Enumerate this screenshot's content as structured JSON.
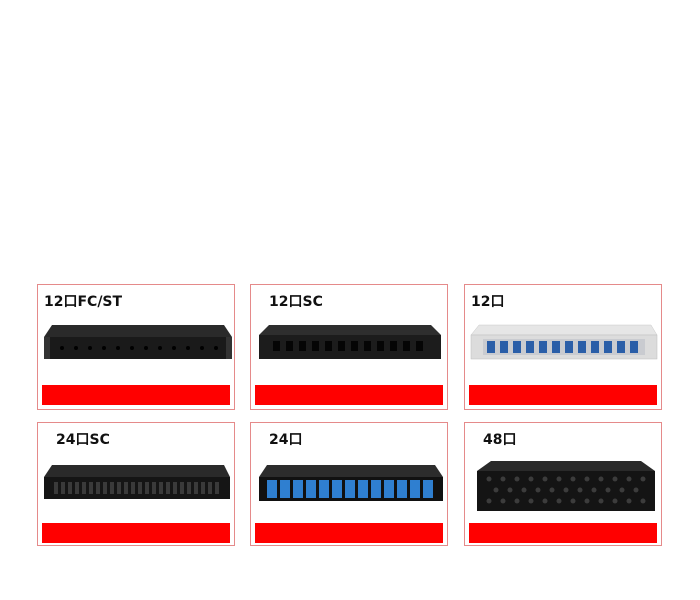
{
  "products": [
    {
      "label": "12口FC/ST",
      "image": "12-port-fc-st-patch-panel"
    },
    {
      "label": "12口SC",
      "image": "12-port-sc-patch-panel"
    },
    {
      "label": "12口",
      "image": "12-port-white-patch-panel"
    },
    {
      "label": "24口SC",
      "image": "24-port-sc-patch-panel"
    },
    {
      "label": "24口",
      "image": "24-port-blue-adapter-patch-panel"
    },
    {
      "label": "48口",
      "image": "48-port-patch-panel"
    }
  ],
  "colors": {
    "accent_bar": "#ff0000",
    "card_border": "#e58a8a"
  }
}
